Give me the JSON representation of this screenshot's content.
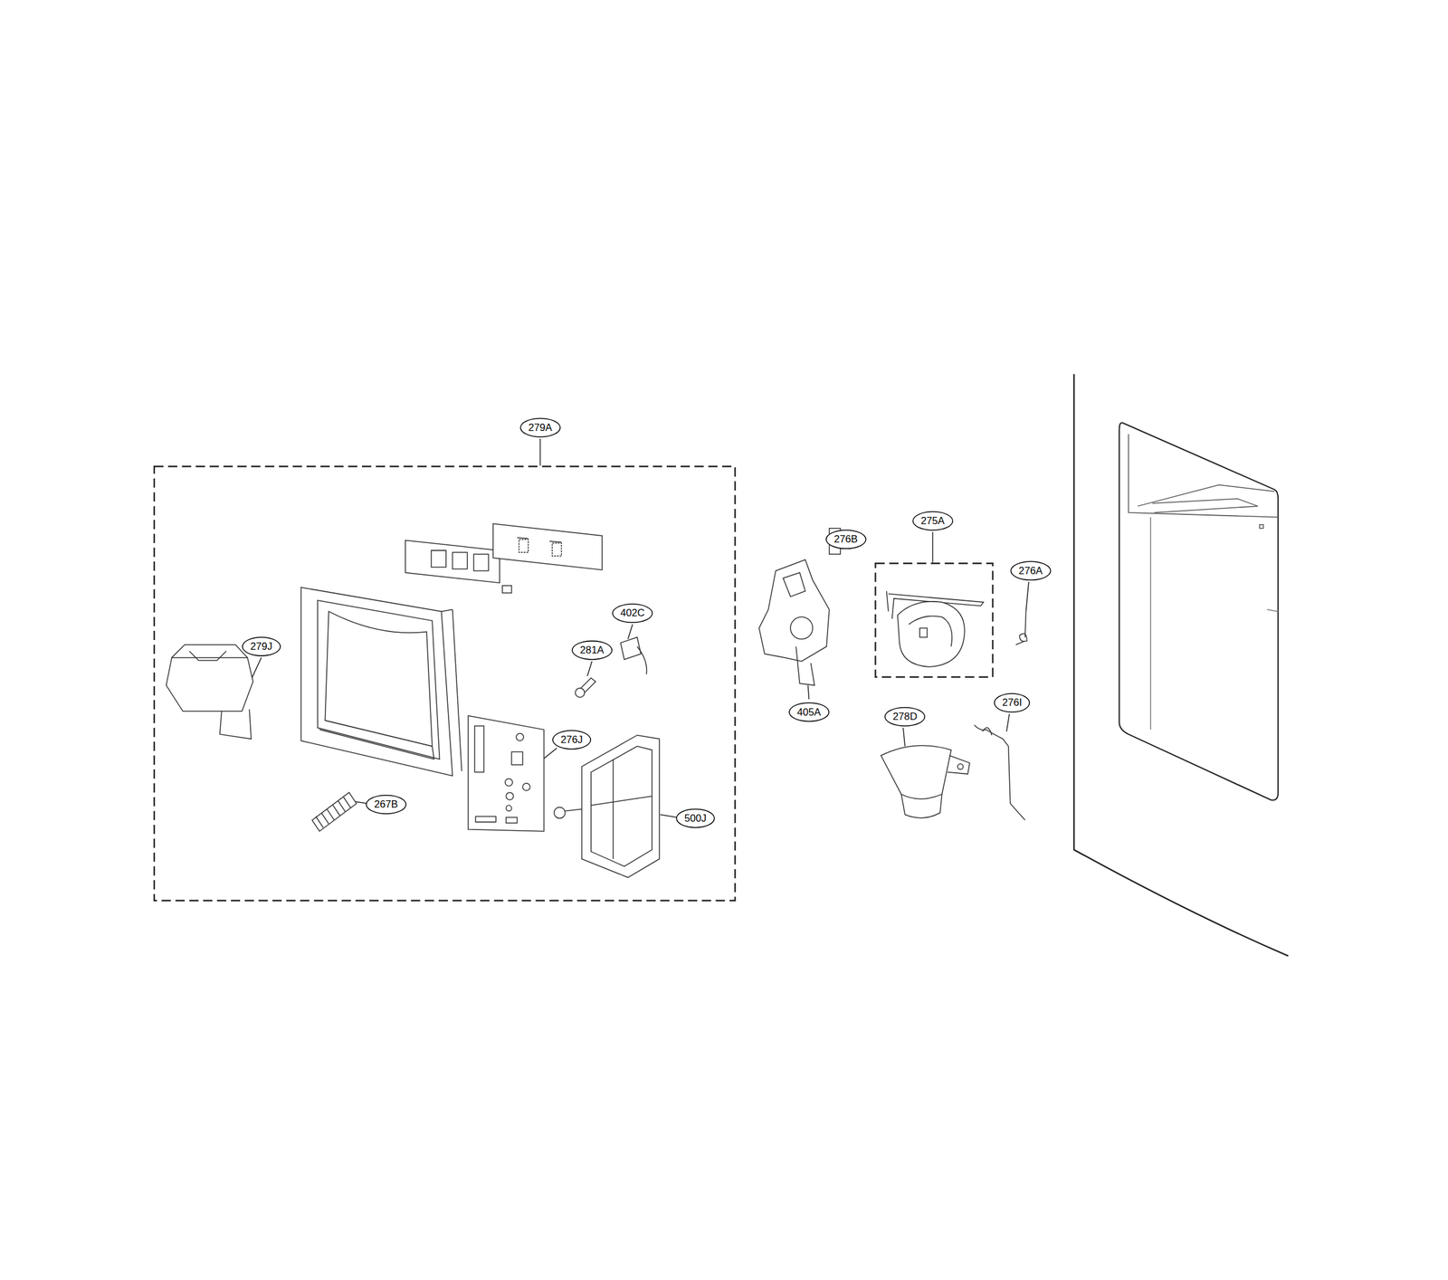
{
  "diagram": {
    "labels": [
      "279A",
      "279J",
      "281A",
      "402C",
      "276J",
      "267B",
      "500J",
      "276B",
      "275A",
      "276A",
      "405A",
      "278D",
      "276I"
    ]
  }
}
